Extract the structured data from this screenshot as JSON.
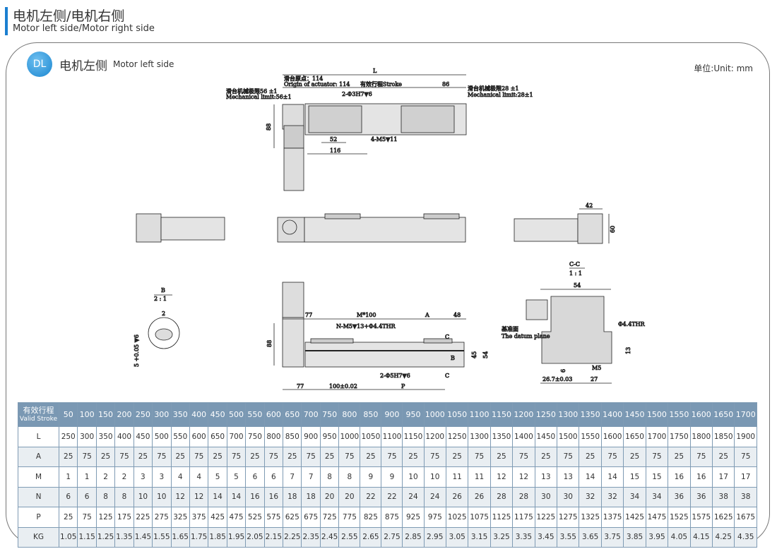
{
  "header": {
    "title_cn": "电机左侧/电机右侧",
    "title_en": "Motor left side/Motor right side"
  },
  "section": {
    "badge": "DL",
    "title_cn": "电机左侧",
    "title_en": "Motor left side",
    "unit": "单位:Unit: mm"
  },
  "drawing": {
    "top": {
      "L": "L",
      "origin_cn": "滑台原点：114",
      "origin_en": "Origin of actuator: 114",
      "stroke": "有效行程Stroke",
      "d86": "86",
      "mech_l_cn": "滑台机械极限56 ±1",
      "mech_l_en": "Mechanical limit:56±1",
      "mech_r_cn": "滑台机械极限28 ±1",
      "mech_r_en": "Mechanical limit:28±1",
      "pin": "2-Φ3H7▼6",
      "h88": "88",
      "d52": "52",
      "d116": "116",
      "screw": "4-M5▼11"
    },
    "side": {
      "d42": "42",
      "d60": "60"
    },
    "detail_b": {
      "title": "B",
      "scale": "2 : 1",
      "d2": "2",
      "depth": "5 +0.05 ▼6"
    },
    "front": {
      "d77": "77",
      "m100": "M*100",
      "A": "A",
      "d48": "48",
      "holes": "N-M5▼13+Φ4.4THR",
      "C": "C",
      "B": "B",
      "d45": "45",
      "d54": "54",
      "h88": "88",
      "pin": "2-Φ5H7▼6",
      "d77b": "77",
      "pitch": "100±0.02",
      "P": "P"
    },
    "section_cc": {
      "title": "C-C",
      "scale": "1 : 1",
      "d54": "54",
      "thr": "Φ4.4THR",
      "datum_cn": "基准面",
      "datum_en": "The datum plane",
      "d13": "13",
      "m5": "M5",
      "d6": "6",
      "d267": "26.7±0.03",
      "d27": "27"
    }
  },
  "table": {
    "header_cn": "有效行程",
    "header_en": "Valid Stroke",
    "strokes": [
      "50",
      "100",
      "150",
      "200",
      "250",
      "300",
      "350",
      "400",
      "450",
      "500",
      "550",
      "600",
      "650",
      "700",
      "750",
      "800",
      "850",
      "900",
      "950",
      "1000",
      "1050",
      "1100",
      "1150",
      "1200",
      "1250",
      "1300",
      "1350",
      "1400",
      "1450",
      "1500",
      "1550",
      "1600",
      "1650",
      "1700"
    ],
    "rows": [
      {
        "label": "L",
        "values": [
          "250",
          "300",
          "350",
          "400",
          "450",
          "500",
          "550",
          "600",
          "650",
          "700",
          "750",
          "800",
          "850",
          "900",
          "950",
          "1000",
          "1050",
          "1100",
          "1150",
          "1200",
          "1250",
          "1300",
          "1350",
          "1400",
          "1450",
          "1500",
          "1550",
          "1600",
          "1650",
          "1700",
          "1750",
          "1800",
          "1850",
          "1900"
        ]
      },
      {
        "label": "A",
        "values": [
          "25",
          "75",
          "25",
          "75",
          "25",
          "75",
          "25",
          "75",
          "25",
          "75",
          "25",
          "75",
          "25",
          "75",
          "25",
          "75",
          "25",
          "75",
          "25",
          "75",
          "25",
          "75",
          "25",
          "75",
          "25",
          "75",
          "25",
          "75",
          "25",
          "75",
          "25",
          "75",
          "25",
          "75"
        ]
      },
      {
        "label": "M",
        "values": [
          "1",
          "1",
          "2",
          "2",
          "3",
          "3",
          "4",
          "4",
          "5",
          "5",
          "6",
          "6",
          "7",
          "7",
          "8",
          "8",
          "9",
          "9",
          "10",
          "10",
          "11",
          "11",
          "12",
          "12",
          "13",
          "13",
          "14",
          "14",
          "15",
          "15",
          "16",
          "16",
          "17",
          "17"
        ]
      },
      {
        "label": "N",
        "values": [
          "6",
          "6",
          "8",
          "8",
          "10",
          "10",
          "12",
          "12",
          "14",
          "14",
          "16",
          "16",
          "18",
          "18",
          "20",
          "20",
          "22",
          "22",
          "24",
          "24",
          "26",
          "26",
          "28",
          "28",
          "30",
          "30",
          "32",
          "32",
          "34",
          "34",
          "36",
          "36",
          "38",
          "38"
        ]
      },
      {
        "label": "P",
        "values": [
          "25",
          "75",
          "125",
          "175",
          "225",
          "275",
          "325",
          "375",
          "425",
          "475",
          "525",
          "575",
          "625",
          "675",
          "725",
          "775",
          "825",
          "875",
          "925",
          "975",
          "1025",
          "1075",
          "1125",
          "1175",
          "1225",
          "1275",
          "1325",
          "1375",
          "1425",
          "1475",
          "1525",
          "1575",
          "1625",
          "1675"
        ]
      },
      {
        "label": "KG",
        "values": [
          "1.05",
          "1.15",
          "1.25",
          "1.35",
          "1.45",
          "1.55",
          "1.65",
          "1.75",
          "1.85",
          "1.95",
          "2.05",
          "2.15",
          "2.25",
          "2.35",
          "2.45",
          "2.55",
          "2.65",
          "2.75",
          "2.85",
          "2.95",
          "3.05",
          "3.15",
          "3.25",
          "3.35",
          "3.45",
          "3.55",
          "3.65",
          "3.75",
          "3.85",
          "3.95",
          "4.05",
          "4.15",
          "4.25",
          "4.35"
        ]
      }
    ]
  }
}
